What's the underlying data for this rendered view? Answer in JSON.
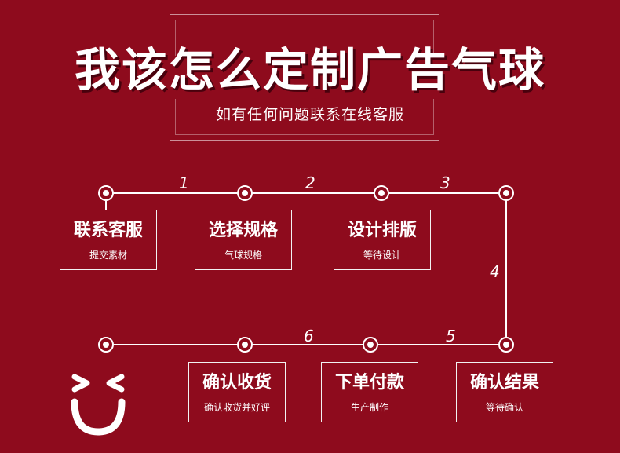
{
  "header": {
    "title": "我该怎么定制广告气球",
    "subtitle": "如有任何问题联系在线客服"
  },
  "flow": {
    "step_numbers": [
      "1",
      "2",
      "3",
      "4",
      "5",
      "6"
    ],
    "steps": [
      {
        "title": "联系客服",
        "desc": "提交素材"
      },
      {
        "title": "选择规格",
        "desc": "气球规格"
      },
      {
        "title": "设计排版",
        "desc": "等待设计"
      },
      {
        "title": "确认结果",
        "desc": "等待确认"
      },
      {
        "title": "下单付款",
        "desc": "生产制作"
      },
      {
        "title": "确认收货",
        "desc": "确认收货并好评"
      }
    ]
  },
  "colors": {
    "background": "#8e0b1d",
    "foreground": "#ffffff"
  },
  "icons": [
    "smiley-icon"
  ]
}
